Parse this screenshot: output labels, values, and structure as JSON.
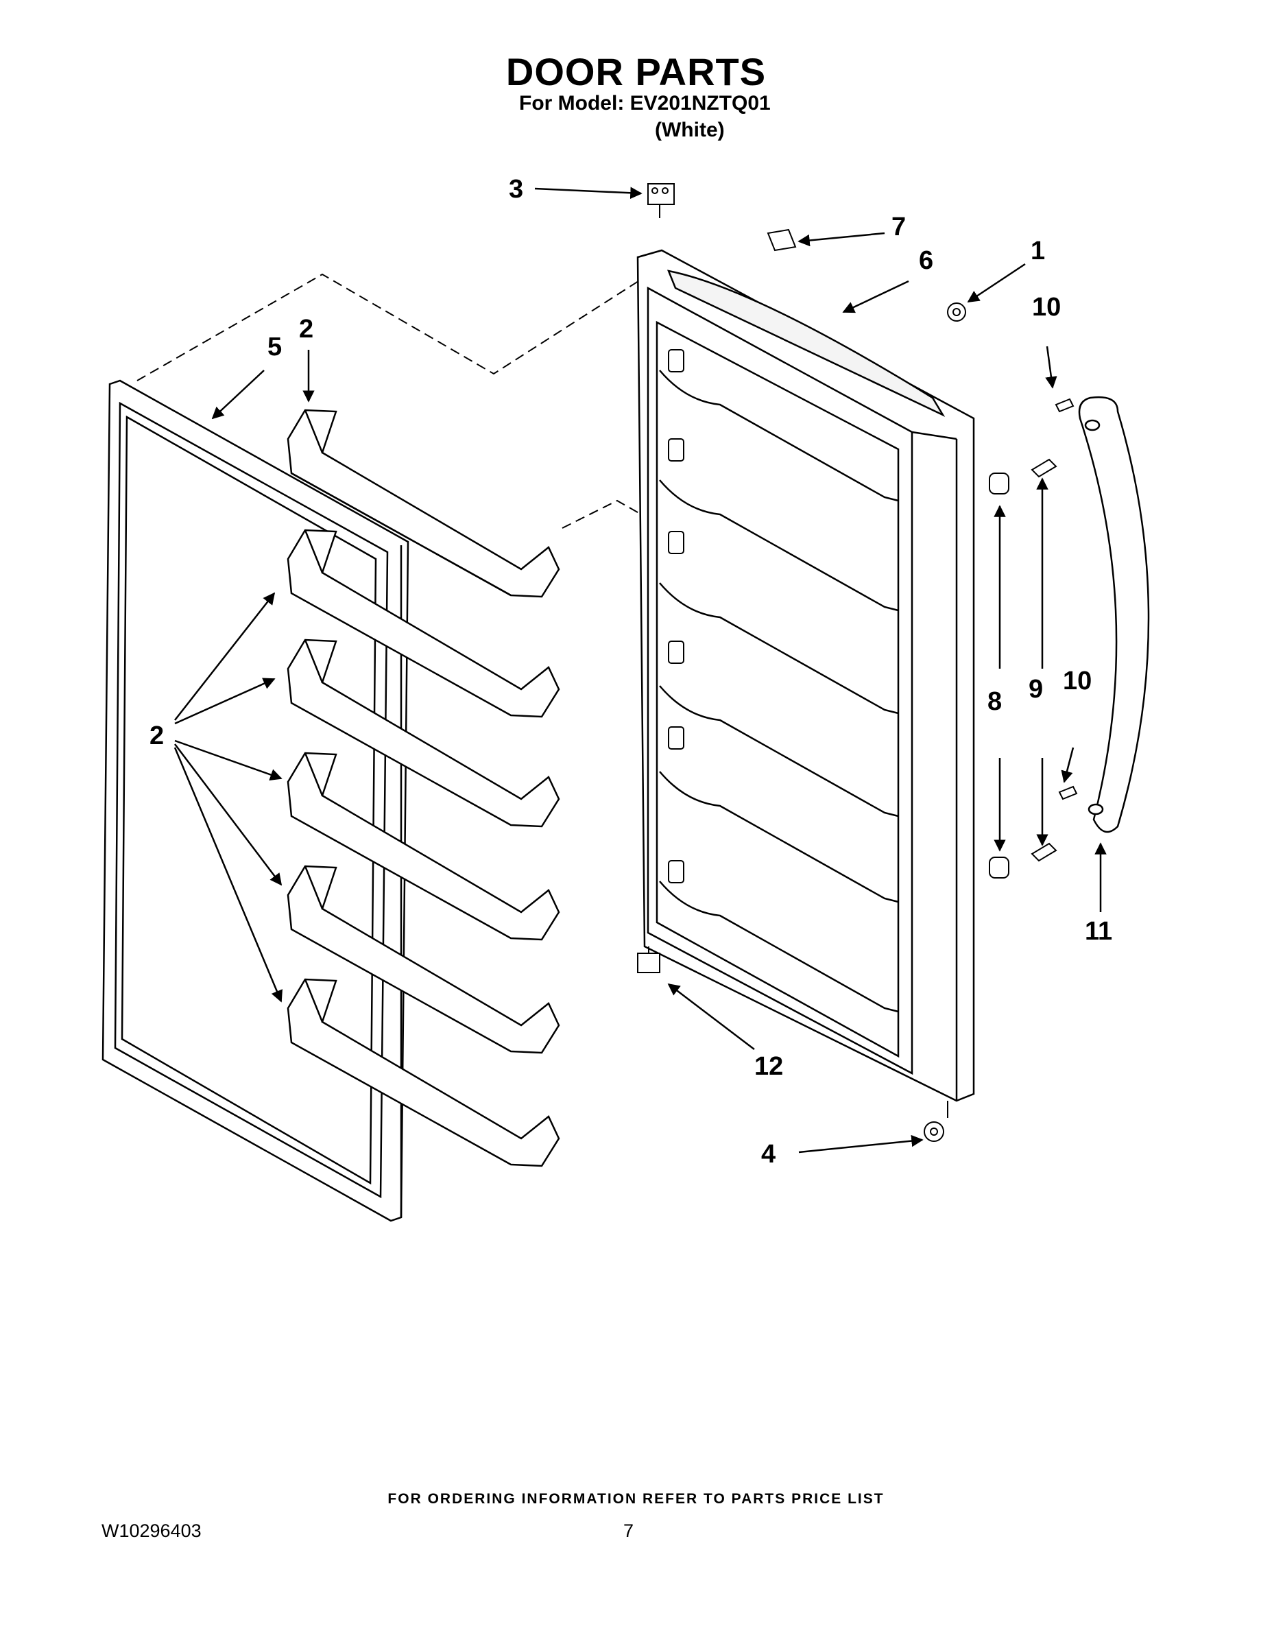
{
  "header": {
    "title": "DOOR PARTS",
    "model_line": "For Model: EV201NZTQ01",
    "color_line": "(White)"
  },
  "callouts": [
    "3",
    "7",
    "6",
    "1",
    "10",
    "2",
    "5",
    "8",
    "9",
    "10",
    "2",
    "12",
    "4",
    "11"
  ],
  "footer": {
    "ordering_note": "FOR ORDERING INFORMATION REFER TO PARTS PRICE LIST",
    "document_number": "W10296403",
    "page_number": "7"
  }
}
